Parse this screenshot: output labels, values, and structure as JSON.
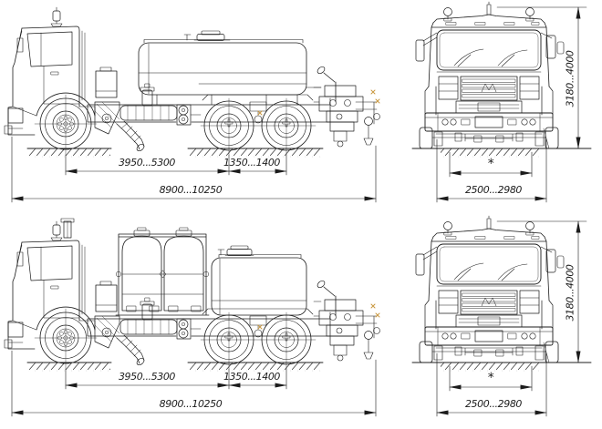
{
  "drawing": {
    "type": "technical outline drawing, truck chassis with tank equipment, 4 projection views",
    "colors": {
      "background": "#ffffff",
      "line": "#1c1c1c",
      "accent": "#c9973f"
    },
    "dims": {
      "wheelbase": "3950...5300",
      "bogie": "1350...1400",
      "length": "8900...10250",
      "height": "3180...4000",
      "track": "*",
      "width": "2500...2980"
    }
  }
}
